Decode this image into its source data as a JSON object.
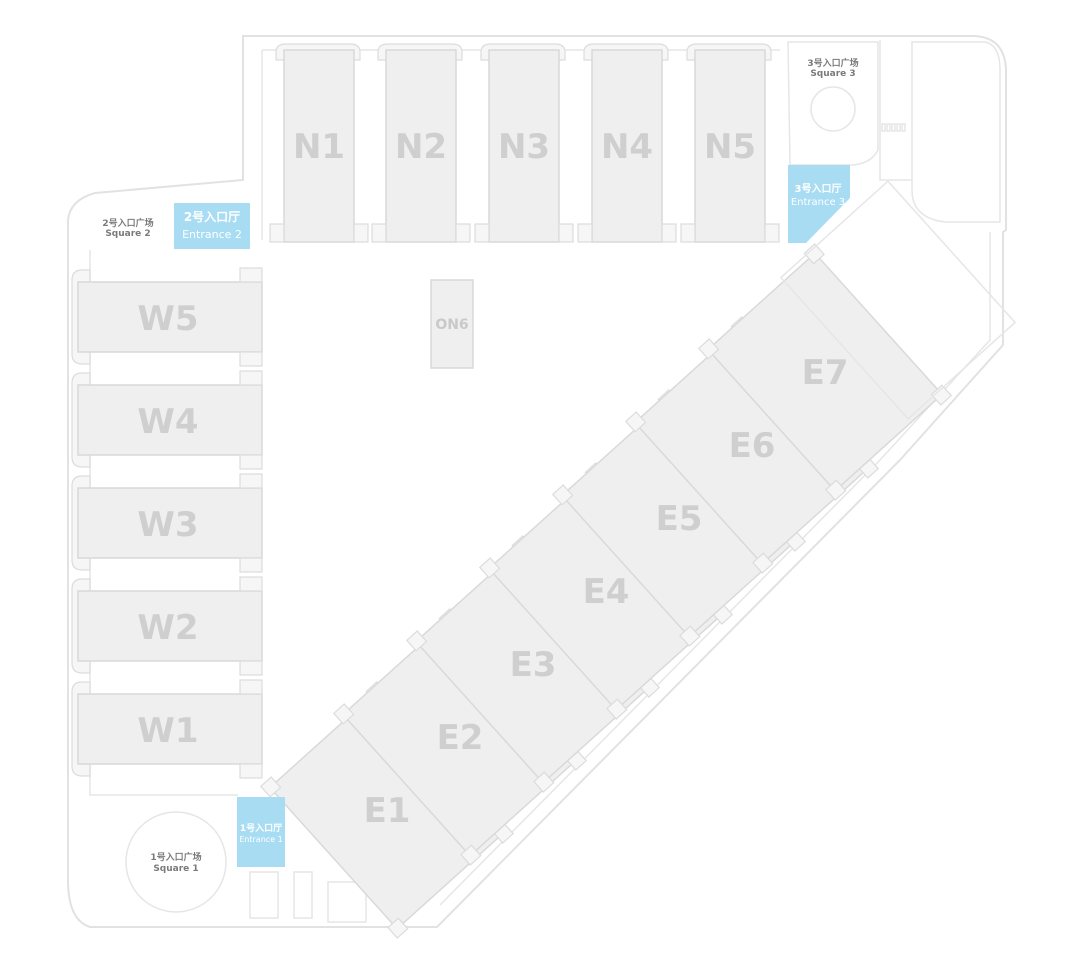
{
  "halls_north": [
    {
      "id": "N1",
      "label": "N1"
    },
    {
      "id": "N2",
      "label": "N2"
    },
    {
      "id": "N3",
      "label": "N3"
    },
    {
      "id": "N4",
      "label": "N4"
    },
    {
      "id": "N5",
      "label": "N5"
    }
  ],
  "halls_west": [
    {
      "id": "W5",
      "label": "W5"
    },
    {
      "id": "W4",
      "label": "W4"
    },
    {
      "id": "W3",
      "label": "W3"
    },
    {
      "id": "W2",
      "label": "W2"
    },
    {
      "id": "W1",
      "label": "W1"
    }
  ],
  "halls_east": [
    {
      "id": "E1",
      "label": "E1"
    },
    {
      "id": "E2",
      "label": "E2"
    },
    {
      "id": "E3",
      "label": "E3"
    },
    {
      "id": "E4",
      "label": "E4"
    },
    {
      "id": "E5",
      "label": "E5"
    },
    {
      "id": "E6",
      "label": "E6"
    },
    {
      "id": "E7",
      "label": "E7"
    }
  ],
  "hall_center": {
    "id": "ON6",
    "label": "ON6"
  },
  "entrances": {
    "e1": {
      "cn": "1号入口厅",
      "en": "Entrance 1"
    },
    "e2": {
      "cn": "2号入口厅",
      "en": "Entrance 2"
    },
    "e3": {
      "cn": "3号入口厅",
      "en": "Entrance 3"
    }
  },
  "squares": {
    "s1": {
      "cn": "1号入口广场",
      "en": "Square 1"
    },
    "s2": {
      "cn": "2号入口广场",
      "en": "Square 2"
    },
    "s3": {
      "cn": "3号入口广场",
      "en": "Square 3"
    }
  },
  "colors": {
    "entrance": "#a8dcf3",
    "hall_fill": "#efefef",
    "hall_label": "#cfcfcf",
    "outline": "#e2e2e2"
  }
}
